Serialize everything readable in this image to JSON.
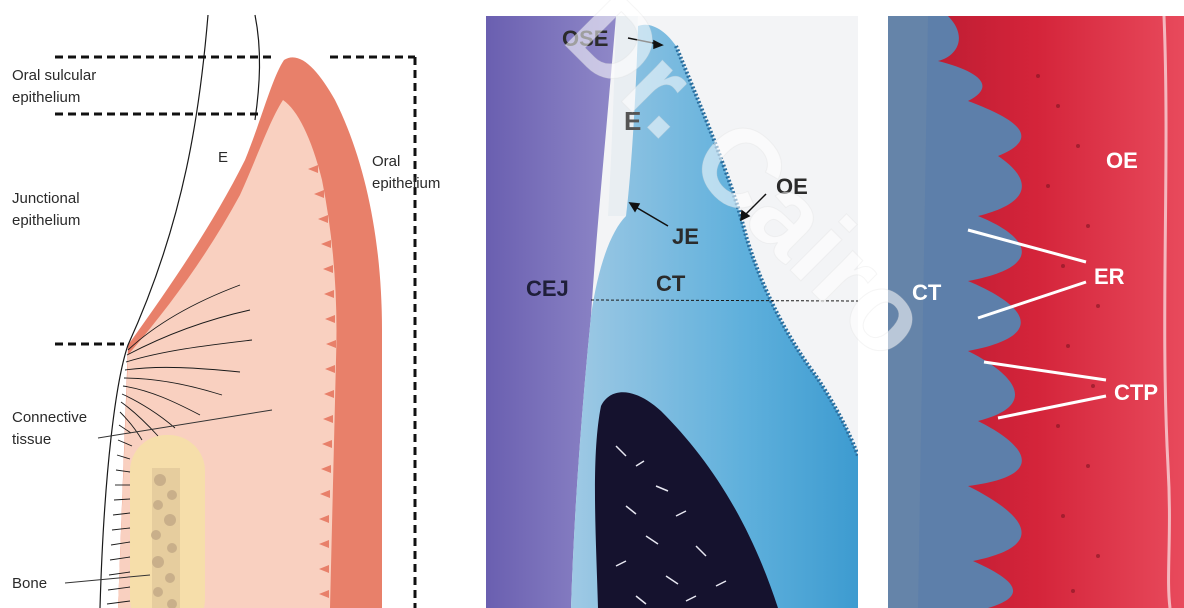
{
  "diagram": {
    "labels": {
      "oral_sulcular_line1": "Oral sulcular",
      "oral_sulcular_line2": "epithelium",
      "enamel": "E",
      "junctional_line1": "Junctional",
      "junctional_line2": "epithelium",
      "oral_epi_line1": "Oral",
      "oral_epi_line2": "epithelium",
      "connective_line1": "Connective",
      "connective_line2": "tissue",
      "bone": "Bone"
    }
  },
  "micrograph_low": {
    "labels": {
      "ose": "OSE",
      "e": "E",
      "oe": "OE",
      "je": "JE",
      "cej": "CEJ",
      "ct": "CT"
    }
  },
  "micrograph_high": {
    "labels": {
      "oe": "OE",
      "ct": "CT",
      "er": "ER",
      "ctp": "CTP"
    }
  },
  "watermark": {
    "text": "Dr. Cairo"
  },
  "colors": {
    "oral_epithelium": "#e8806a",
    "connective_tissue": "#f9d0c0",
    "bone": "#f6deaa",
    "bone_trabeculae": "#c9b08a",
    "micro_blue": "#4aa6d6",
    "micro_purple": "#6a5fb0",
    "micro_red": "#d4243a"
  }
}
